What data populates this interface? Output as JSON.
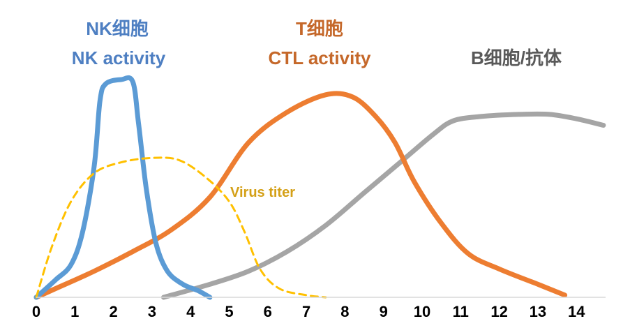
{
  "chart_data": {
    "type": "line",
    "x_ticks": [
      0,
      1,
      2,
      3,
      4,
      5,
      6,
      7,
      8,
      9,
      10,
      11,
      12,
      13,
      14
    ],
    "xlim": [
      0,
      14.7
    ],
    "ylim": [
      0,
      100
    ],
    "grid": false,
    "series": [
      {
        "name": "NK activity",
        "title_cn": "NK细胞",
        "color": "#5b9bd5",
        "dash": false,
        "points": [
          [
            0,
            0
          ],
          [
            0.5,
            8
          ],
          [
            0.9,
            15
          ],
          [
            1.2,
            30
          ],
          [
            1.5,
            60
          ],
          [
            1.65,
            90
          ],
          [
            1.8,
            98
          ],
          [
            2.2,
            100
          ],
          [
            2.5,
            99
          ],
          [
            2.65,
            80
          ],
          [
            2.85,
            50
          ],
          [
            3.1,
            25
          ],
          [
            3.4,
            12
          ],
          [
            3.8,
            6
          ],
          [
            4.2,
            3
          ],
          [
            4.5,
            0
          ]
        ]
      },
      {
        "name": "CTL activity",
        "title_cn": "T细胞",
        "color": "#ed7d31",
        "dash": false,
        "points": [
          [
            0,
            0
          ],
          [
            0.5,
            4
          ],
          [
            1.5,
            12
          ],
          [
            2.5,
            21
          ],
          [
            3.5,
            31
          ],
          [
            4.5,
            46
          ],
          [
            5.5,
            71
          ],
          [
            6.5,
            85
          ],
          [
            7.5,
            93
          ],
          [
            8.2,
            92
          ],
          [
            8.8,
            83
          ],
          [
            9.3,
            71
          ],
          [
            9.8,
            53
          ],
          [
            10.5,
            34
          ],
          [
            11.2,
            20
          ],
          [
            12,
            13
          ],
          [
            13,
            6
          ],
          [
            13.7,
            1
          ]
        ]
      },
      {
        "name": "",
        "title_cn": "B细胞/抗体",
        "color": "#a5a5a5",
        "dash": false,
        "points": [
          [
            3.3,
            0
          ],
          [
            4.5,
            6
          ],
          [
            5.5,
            12
          ],
          [
            6.5,
            21
          ],
          [
            7.5,
            33
          ],
          [
            8.5,
            48
          ],
          [
            9.5,
            63
          ],
          [
            10.3,
            75
          ],
          [
            10.8,
            81
          ],
          [
            11.5,
            83
          ],
          [
            12.5,
            84
          ],
          [
            13.3,
            84
          ],
          [
            14,
            82
          ],
          [
            14.7,
            79
          ]
        ]
      },
      {
        "name": "Virus titer",
        "color": "#ffc000",
        "dash": true,
        "points": [
          [
            0,
            0
          ],
          [
            0.4,
            23
          ],
          [
            0.9,
            44
          ],
          [
            1.5,
            57
          ],
          [
            2.2,
            62
          ],
          [
            3,
            64
          ],
          [
            3.7,
            63
          ],
          [
            4.4,
            55
          ],
          [
            5,
            44
          ],
          [
            5.4,
            30
          ],
          [
            5.8,
            13
          ],
          [
            6.3,
            4
          ],
          [
            7,
            1
          ],
          [
            7.5,
            0
          ]
        ]
      }
    ]
  }
}
